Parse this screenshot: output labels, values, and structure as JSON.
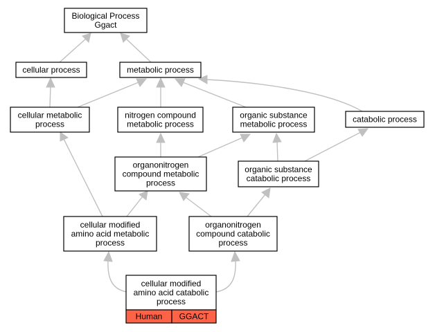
{
  "nodes": {
    "bio": [
      "Biological Process",
      "Ggact"
    ],
    "cellular": [
      "cellular process"
    ],
    "metabolic": [
      "metabolic process"
    ],
    "cell_metabolic": [
      "cellular metabolic",
      "process"
    ],
    "nitrogen": [
      "nitrogen compound",
      "metabolic process"
    ],
    "organic_metabolic": [
      "organic substance",
      "metabolic process"
    ],
    "catabolic": [
      "catabolic process"
    ],
    "organonitrogen_metabolic": [
      "organonitrogen",
      "compound metabolic",
      "process"
    ],
    "organic_catabolic": [
      "organic substance",
      "catabolic process"
    ],
    "cmaa_metabolic": [
      "cellular modified",
      "amino acid metabolic",
      "process"
    ],
    "organonitrogen_catabolic": [
      "organonitrogen",
      "compound catabolic",
      "process"
    ],
    "cmaa_catabolic": [
      "cellular modified",
      "amino acid catabolic",
      "process"
    ]
  },
  "annotation": {
    "species": "Human",
    "gene": "GGACT",
    "color": "#ff6347"
  }
}
